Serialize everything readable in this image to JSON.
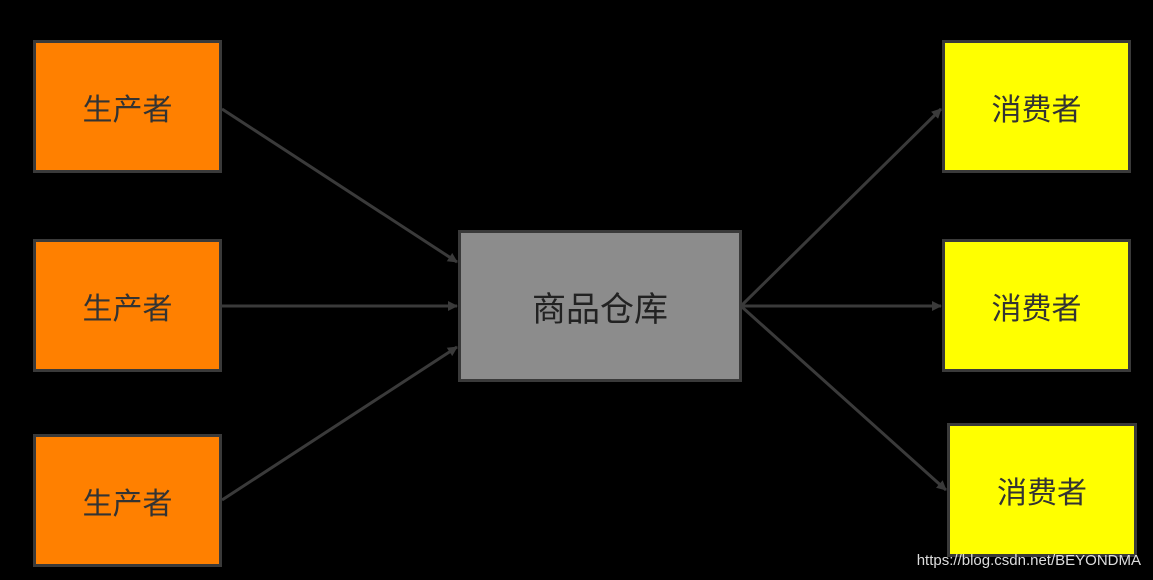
{
  "producers": [
    {
      "label": "生产者"
    },
    {
      "label": "生产者"
    },
    {
      "label": "生产者"
    }
  ],
  "warehouse": {
    "label": "商品仓库"
  },
  "consumers": [
    {
      "label": "消费者"
    },
    {
      "label": "消费者"
    },
    {
      "label": "消费者"
    }
  ],
  "colors": {
    "producer": "#ff8000",
    "warehouse": "#8c8c8c",
    "consumer": "#ffff00",
    "edge": "#3a3a3a",
    "background": "#000000"
  },
  "watermark": "https://blog.csdn.net/BEYONDMA"
}
